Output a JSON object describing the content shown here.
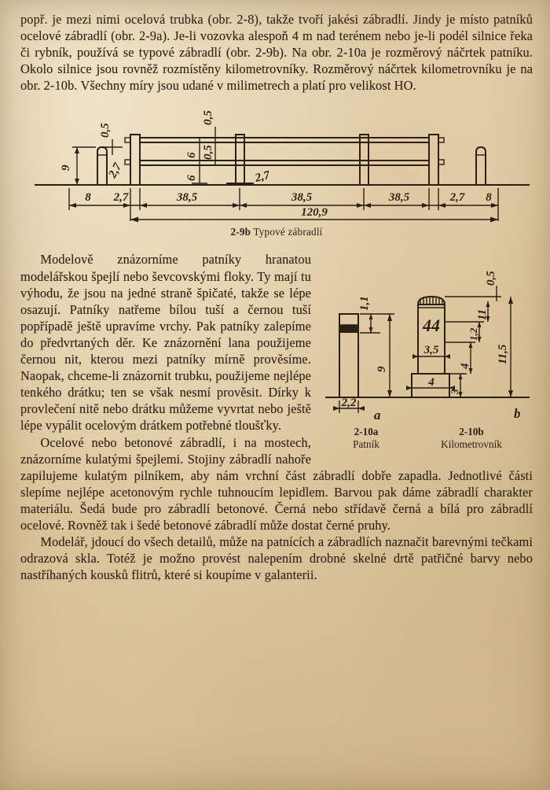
{
  "page": {
    "language": "cs",
    "paper_color": "#e3cfa8",
    "ink_color": "#2a1f14"
  },
  "paragraphs": {
    "top": "popř. je mezi nimi ocelová trubka (obr. 2-8), takže tvoří jakési zábradlí. Jindy je místo patníků ocelové zábradlí (obr. 2-9a). Je-li vozovka alespoň 4 m nad terénem nebo je-li podél silnice řeka či rybník, používá se typové zábradlí (obr. 2-9b). Na obr. 2-10a je rozměrový náčrtek patníku. Okolo silnice jsou rovněž rozmístěny kilometrovníky. Rozměrový náčrtek kilometrovníku je na obr. 2-10b. Všechny míry jsou udané v milimetrech a platí pro velikost HO.",
    "middle": "Modelově znázorníme patníky hranatou modelářskou špejlí nebo ševcovskými floky. Ty mají tu výhodu, že jsou na jedné straně špičaté, takže se lépe osazují. Patníky natřeme bílou tuší a černou tuší popřípadě ještě upravíme vrchy. Pak patníky zalepíme do předvrtaných děr. Ke znázornění lana použijeme černou nit, kterou mezi patníky mírně prověsíme. Naopak, chceme-li znázornit trubku, použijeme nejlépe tenkého drátku; ten se však nesmí prověsit. Dírky k provlečení nitě nebo drátku můžeme vyvrtat nebo ještě lépe vypálit ocelovým drátkem potřebné tloušťky.",
    "lower": "Ocelové nebo betonové zábradlí, i na mostech, znázorníme kulatými špejlemi. Stojiny zábradlí nahoře zapilujeme kulatým pilníkem, aby nám vrchní část zábradlí dobře zapadla. Jednotlivé části slepíme nejlépe acetonovým rychle tuhnoucím lepidlem. Barvou pak dáme zábradlí charakter materiálu. Šedá bude pro zábradlí betonové. Černá nebo střídavě černá a bílá pro zábradlí ocelové. Rovněž tak i šedé betonové zábradlí může dostat černé pruhy.",
    "last": "Modelář, jdoucí do všech detailů, může na patnících a zábradlích naznačit barevnými tečkami odrazová skla. Totéž je možno provést nalepením drobné skelné drtě patřičné barvy nebo nastříhaných kousků flitrů, které si koupíme v galanterii."
  },
  "figure_rail": {
    "caption_number": "2-9b",
    "caption_title": "Typové zábradlí",
    "dimensions_vertical_left": [
      "0,5",
      "9",
      "2,7"
    ],
    "dimensions_vertical_mid": [
      "0,5",
      "6",
      "0,5",
      "6"
    ],
    "dimension_post_spacing": "2,7",
    "chain": [
      "8",
      "2,7",
      "38,5",
      "38,5",
      "38,5",
      "2,7",
      "8"
    ],
    "total": "120,9"
  },
  "figure_patnik": {
    "label": "a",
    "caption_number": "2-10a",
    "caption_title": "Patník",
    "dimensions": {
      "head_height": "1,1",
      "total_height": "9",
      "width": "2,2"
    }
  },
  "figure_kilometrovnik": {
    "label": "b",
    "caption_number": "2-10b",
    "caption_title": "Kilometrovník",
    "face_number": "44",
    "dimensions": {
      "cap": "0,5",
      "top_band": "1,2",
      "body_height": "11",
      "total_height": "11,5",
      "upper_width": "3,5",
      "mid_height": "4",
      "base_width": "4",
      "base_height": "3"
    }
  }
}
